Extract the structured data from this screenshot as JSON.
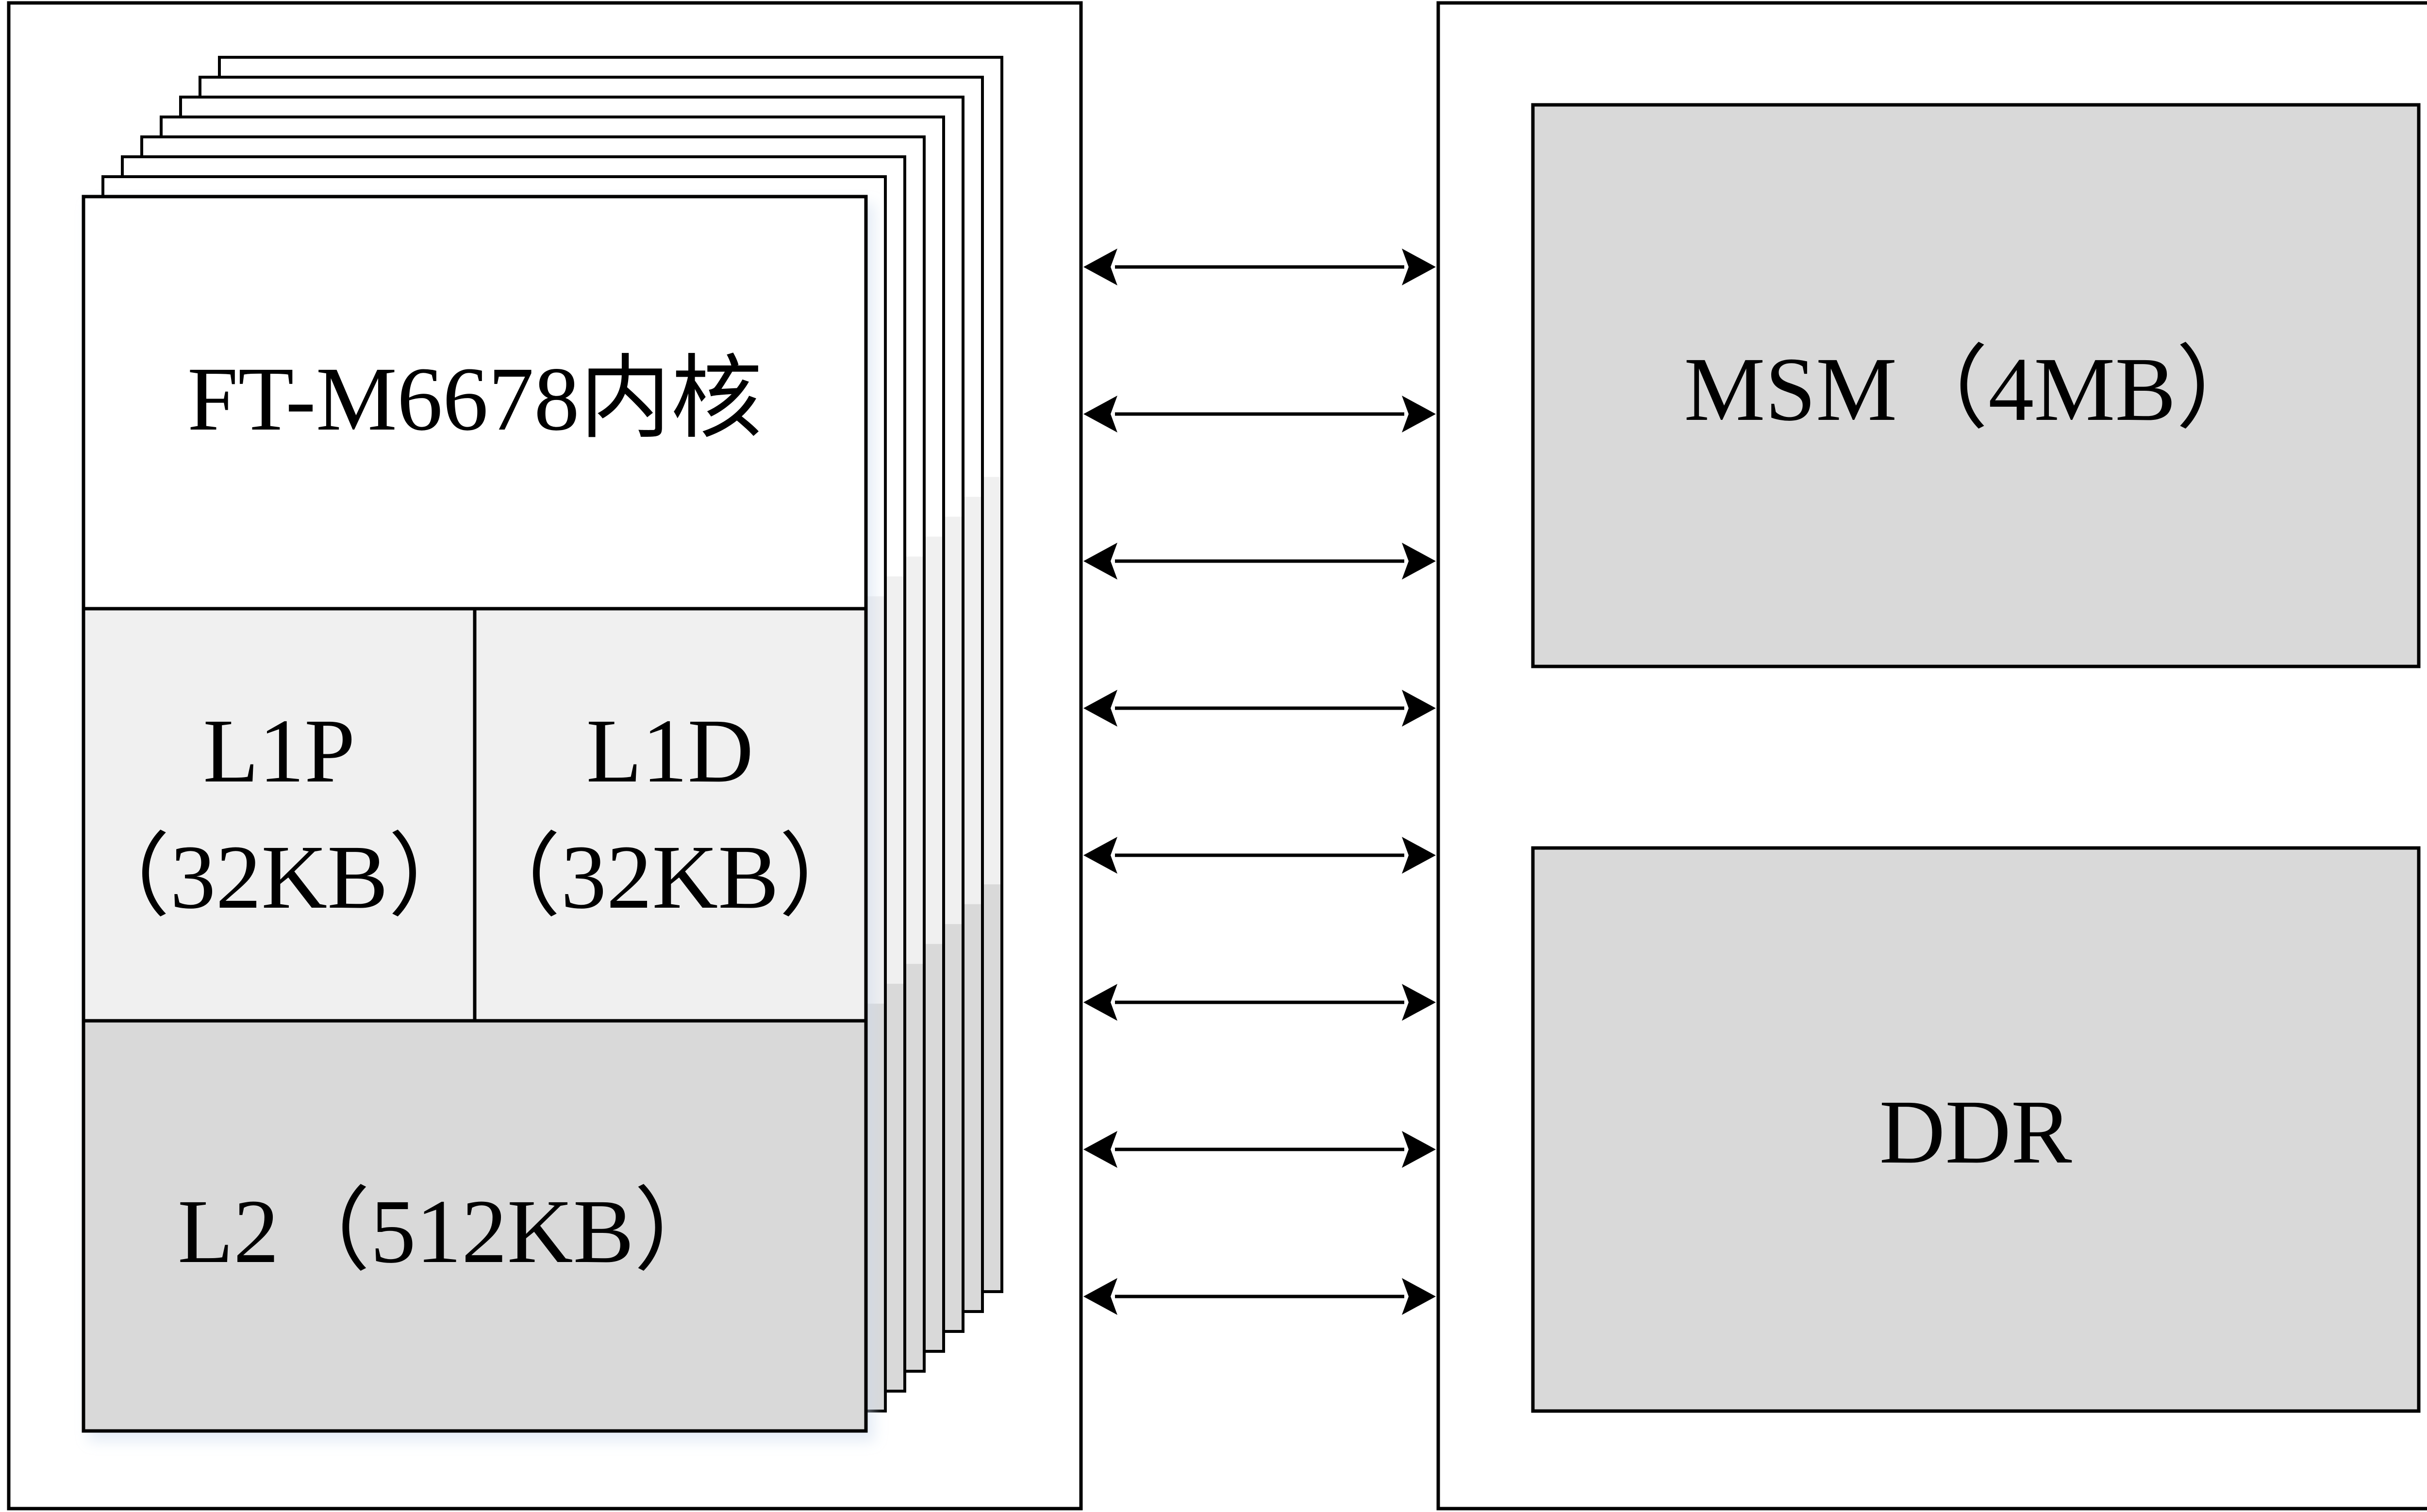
{
  "core_block": {
    "core_label": "FT-M6678内核",
    "l1p_label": "L1P",
    "l1p_size": "（32KB）",
    "l1d_label": "L1D",
    "l1d_size": "（32KB）",
    "l2_label": "L2（512KB）",
    "stacked_core_count": 8
  },
  "memory_block": {
    "msm_label": "MSM（4MB）",
    "ddr_label": "DDR"
  },
  "connections": {
    "arrow_count": 8,
    "direction": "bidirectional"
  },
  "colors": {
    "line": "#000000",
    "cache_fill": "#f0f0f0",
    "memory_fill": "#d9d9d9",
    "background": "#ffffff"
  }
}
